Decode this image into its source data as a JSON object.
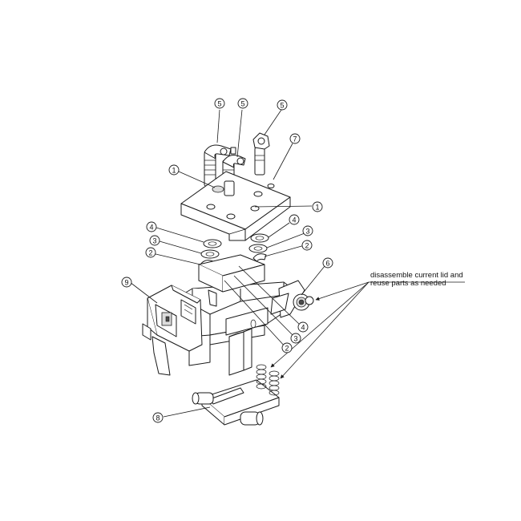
{
  "balloons": {
    "b5a": "5",
    "b5b": "5",
    "b5c": "5",
    "b7": "7",
    "b1a": "1",
    "b1b": "1",
    "b4a": "4",
    "b4b": "4",
    "b4c": "4",
    "b3a": "3",
    "b3b": "3",
    "b3c": "3",
    "b2a": "2",
    "b2b": "2",
    "b2c": "2",
    "b6": "6",
    "b9": "9",
    "b8": "8"
  },
  "note": {
    "line1": "disassemble current lid and",
    "line2": "reuse parts as needed"
  },
  "colors": {
    "line": "#1a1a1a",
    "background": "#ffffff"
  }
}
